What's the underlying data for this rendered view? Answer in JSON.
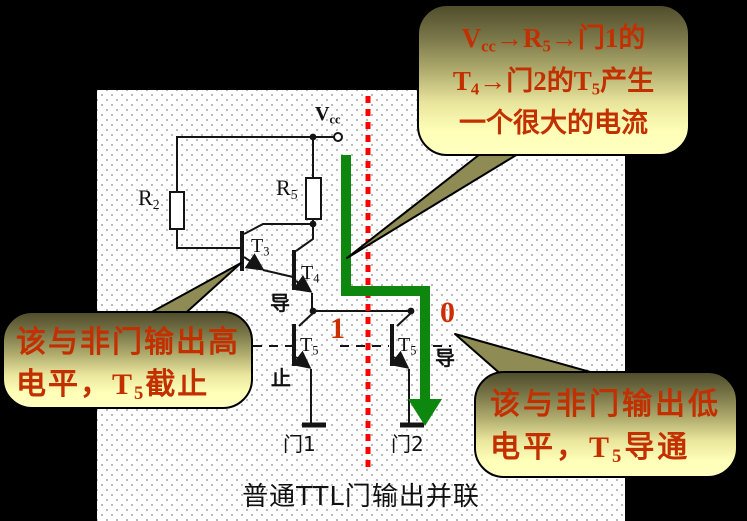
{
  "colors": {
    "background": "#000000",
    "slide_background": "#ffffff",
    "dot_pattern": "#b4b4b4",
    "circuit_line": "#141414",
    "red_dashed_line": "#ff0000",
    "green_arrow": "#0d870d",
    "callout_text": "#c33000",
    "logic_level_text": "#cc2e00",
    "bubble_gradient_top": "#504d2c",
    "bubble_gradient_bottom": "#ffffc0",
    "tail_fill": "#8e8b54"
  },
  "callouts": {
    "top_right": {
      "lines": [
        [
          {
            "t": "V"
          },
          {
            "t": "cc",
            "sub": true
          },
          {
            "t": "→R"
          },
          {
            "t": "5",
            "sub": true
          },
          {
            "t": "→门1的"
          }
        ],
        [
          {
            "t": "T"
          },
          {
            "t": "4",
            "sub": true
          },
          {
            "t": "→门2的T"
          },
          {
            "t": "5",
            "sub": true
          },
          {
            "t": "产生"
          }
        ],
        [
          {
            "t": "一个很大的电流"
          }
        ]
      ]
    },
    "left": {
      "lines": [
        [
          {
            "t": "该与非门输出高"
          }
        ],
        [
          {
            "t": "电平，T"
          },
          {
            "t": "5",
            "sub": true
          },
          {
            "t": "截止"
          }
        ]
      ]
    },
    "bottom_right": {
      "lines": [
        [
          {
            "t": "该与非门输出低"
          }
        ],
        [
          {
            "t": "电平，T"
          },
          {
            "t": "5",
            "sub": true
          },
          {
            "t": "导通"
          }
        ]
      ]
    }
  },
  "circuit": {
    "labels": {
      "vcc": [
        {
          "t": "V"
        },
        {
          "t": "cc",
          "sub": true
        }
      ],
      "r2": [
        {
          "t": "R"
        },
        {
          "t": "2",
          "sub": true
        }
      ],
      "r5": [
        {
          "t": "R"
        },
        {
          "t": "5",
          "sub": true
        }
      ],
      "t3": [
        {
          "t": "T"
        },
        {
          "t": "3",
          "sub": true
        }
      ],
      "t4": [
        {
          "t": "T"
        },
        {
          "t": "4",
          "sub": true
        }
      ],
      "t5_left": [
        {
          "t": "T"
        },
        {
          "t": "5",
          "sub": true
        }
      ],
      "t5_right": [
        {
          "t": "T"
        },
        {
          "t": "5",
          "sub": true
        }
      ]
    },
    "states": {
      "t4": "导",
      "t5_left": "止",
      "t5_right": "导"
    },
    "logic_levels": {
      "gate1": "1",
      "gate2": "0"
    },
    "gates": {
      "gate1": "门1",
      "gate2": "门2"
    }
  },
  "caption": "普通TTL门输出并联"
}
